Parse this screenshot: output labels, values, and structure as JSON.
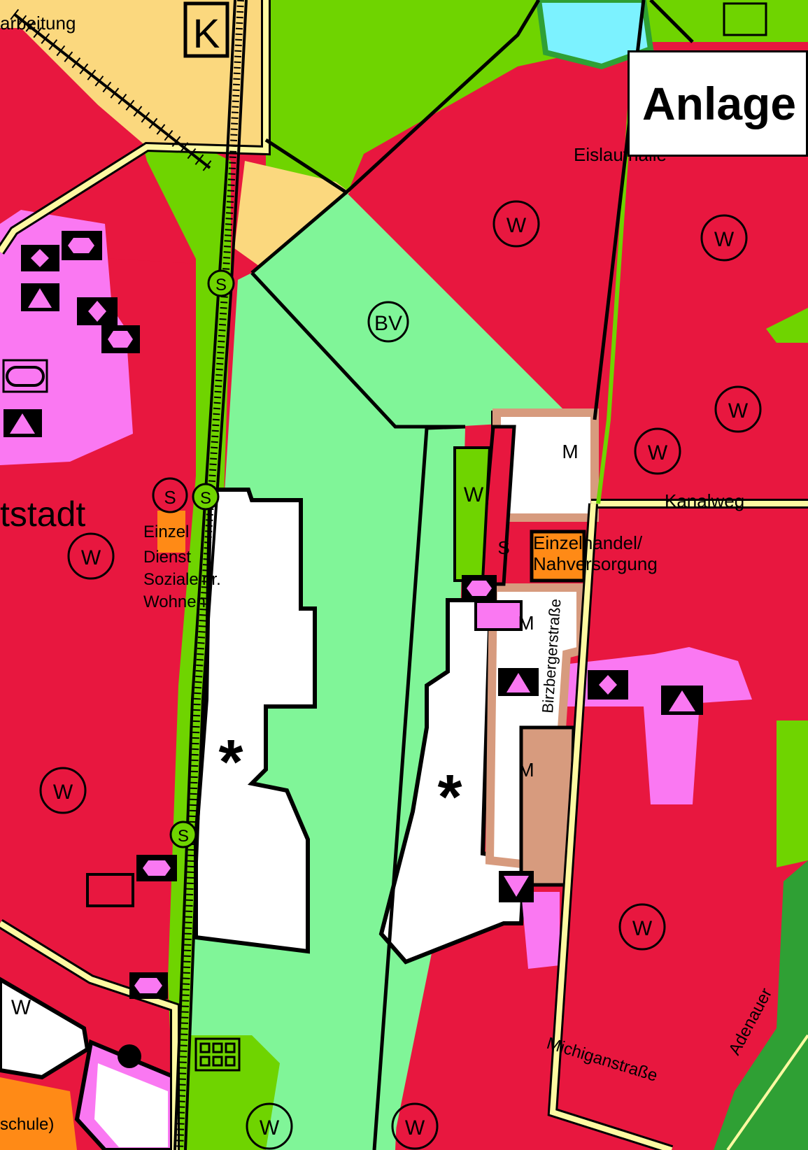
{
  "colors": {
    "residential": "#e8173f",
    "green": "#6fd400",
    "light_green": "#80f598",
    "dark_green": "#2fa034",
    "yellow": "#fbd87e",
    "pink": "#fa78f2",
    "brown": "#d79b7e",
    "orange": "#ff8a16",
    "water": "#7cf2ff",
    "road": "#fef9a2"
  },
  "badge": {
    "text": "Anlage"
  },
  "labels": {
    "top_left": "arbeitung",
    "k_symbol": "K",
    "eislaufhalle": "Eislaufhalle",
    "district": "tstadt",
    "bv": "BV",
    "kanalweg": "Kanalweg",
    "einzelhandel": "Einzelhandel/",
    "nahversorgung": "Nahversorgung",
    "street_vertical": "Birzbergerstraße",
    "left_block_1": "Einzel",
    "left_block_2": "Dienst",
    "left_block_3": "Sozialeinr.",
    "left_block_4": "Wohnen",
    "michiganstrasse": "Michiganstraße",
    "adenauer": "Adenauer",
    "schule": "schule)",
    "w": "W",
    "m": "M",
    "s": "S",
    "asterisk": "*"
  },
  "icons": [
    "hexagon-icon",
    "triangle-icon",
    "diamond-icon",
    "oval-icon",
    "bus-stop-icon",
    "grid-icon",
    "asterisk-icon"
  ]
}
